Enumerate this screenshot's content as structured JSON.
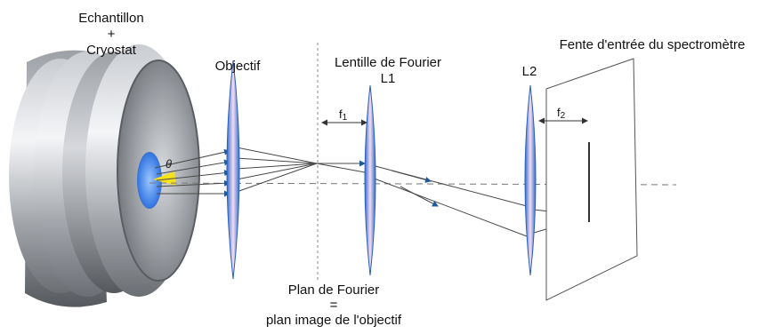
{
  "labels": {
    "sample_line1": "Echantillon",
    "sample_line2": "+",
    "sample_line3": "Cryostat",
    "objective": "Objectif",
    "fourier_lens_line1": "Lentille de Fourier",
    "fourier_lens_line2": "L1",
    "lens2": "L2",
    "slit": "Fente d'entrée du spectromètre",
    "fourier_plane_line1": "Plan de Fourier",
    "fourier_plane_line2": "=",
    "fourier_plane_line3": "plan image de l'objectif",
    "theta": "θ",
    "f1_main": "f",
    "f1_sub": "1",
    "f2_main": "f",
    "f2_sub": "2"
  },
  "colors": {
    "lens_blue": "#3a7bd8",
    "lens_pink": "#f3d6ee",
    "cryostat_gray": "#8e9196",
    "sample_blue": "#3f7fe6",
    "spot_yellow": "#f6e21a",
    "ray_color": "#4a4a4a",
    "arrow_blue": "#1f5a9a"
  }
}
